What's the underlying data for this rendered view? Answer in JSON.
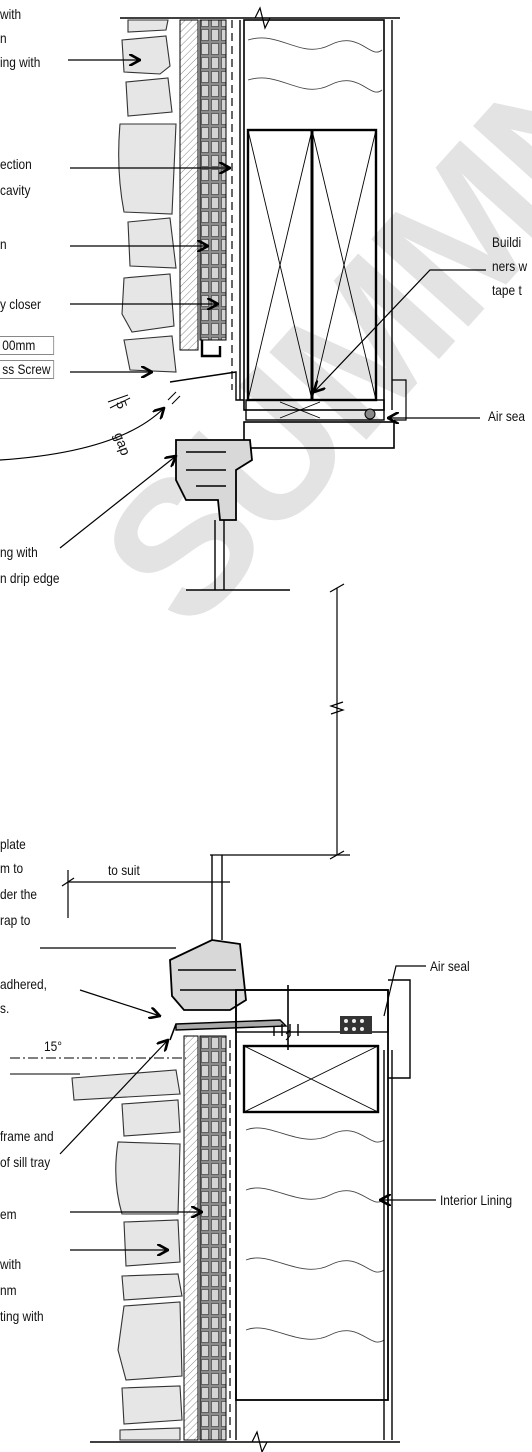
{
  "watermark": "SUMMNER",
  "labels": {
    "a": "with",
    "b": "n",
    "c": "ing with",
    "d": "ection",
    "e": "cavity",
    "f": "n",
    "g": "y closer",
    "h": "00mm",
    "i": "ss Screw",
    "j": "Buildi",
    "k": "ners w",
    "l": "tape t",
    "m": "Air sea",
    "n": "ng with",
    "o": "n drip edge",
    "p": "plate",
    "q": "m to",
    "r": "der the",
    "s": "rap to",
    "t": "adhered,",
    "u": "s.",
    "v": "Air seal",
    "w": "frame and",
    "x": "of sill tray",
    "y": "em",
    "z": "Interior Lining",
    "aa": "with",
    "ab": "nm",
    "ac": "ting with"
  },
  "dimensions": {
    "gap_value": "5",
    "gap_unit": "gap",
    "to_suit": "to  suit",
    "angle": "15°"
  }
}
